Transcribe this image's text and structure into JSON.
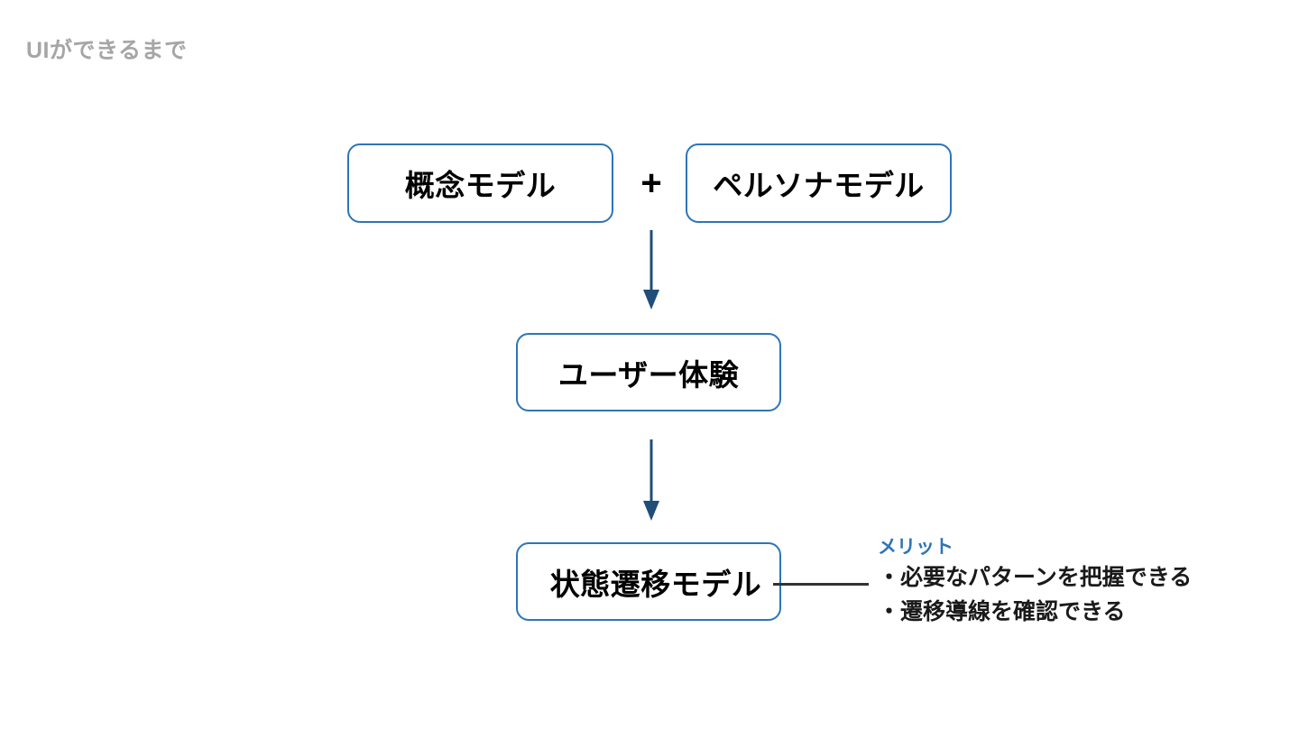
{
  "slide": {
    "title": "UIができるまで",
    "background_color": "#ffffff",
    "title_color": "#a6a6a6"
  },
  "theme": {
    "box_border_color": "#2e75b6",
    "arrow_color": "#1f4e79",
    "accent_color": "#2e75b6",
    "connector_color": "#333333",
    "text_color": "#000000"
  },
  "diagram": {
    "nodes": [
      {
        "id": "concept",
        "label": "概念モデル"
      },
      {
        "id": "persona",
        "label": "ペルソナモデル"
      },
      {
        "id": "ux",
        "label": "ユーザー体験"
      },
      {
        "id": "state",
        "label": "状態遷移モデル"
      }
    ],
    "operator": "+",
    "arrows": [
      {
        "id": "arrow-1",
        "from": "concept+persona",
        "to": "ux",
        "direction": "down"
      },
      {
        "id": "arrow-2",
        "from": "ux",
        "to": "state",
        "direction": "down"
      }
    ]
  },
  "callout": {
    "heading": "メリット",
    "items": [
      "・必要なパターンを把握できる",
      "・遷移導線を確認できる"
    ]
  }
}
